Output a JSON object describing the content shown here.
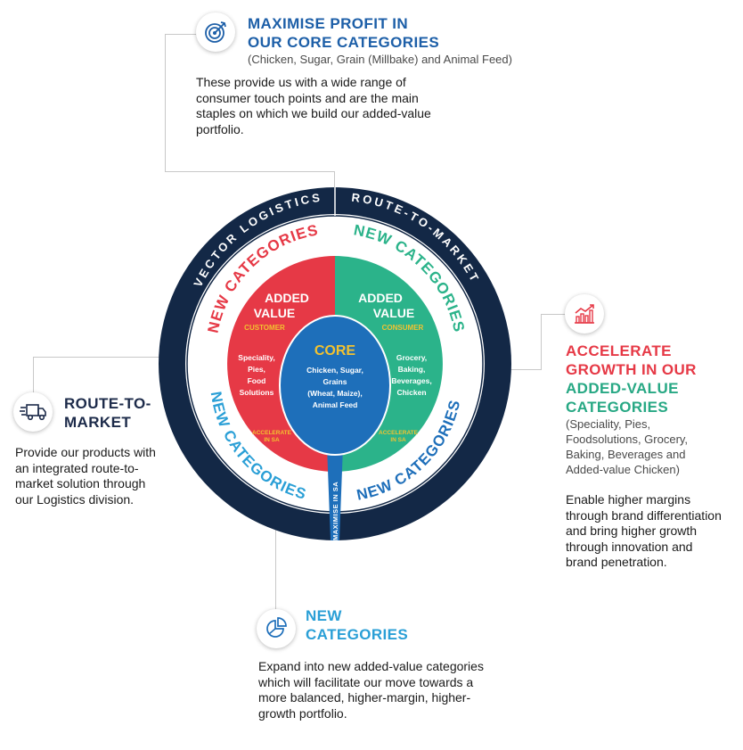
{
  "colors": {
    "navy": "#132846",
    "red": "#e63946",
    "green": "#2bb38a",
    "blue": "#1e6fba",
    "lightblue": "#2a9fd6",
    "yellow": "#f2c230",
    "profit_heading": "#1d5fa8",
    "growth_red": "#e63946",
    "growth_green": "#27a884"
  },
  "profit": {
    "heading_line1": "MAXIMISE PROFIT IN",
    "heading_line2": "OUR CORE CATEGORIES",
    "subtitle": "(Chicken, Sugar, Grain (Millbake) and Animal Feed)",
    "body": "These provide us with a wide range of consumer touch points and are the main staples on which we build our added-value portfolio.",
    "icon": "target-icon"
  },
  "route": {
    "heading_line1": "ROUTE-TO-",
    "heading_line2": "MARKET",
    "body": "Provide our products with an integrated route-to-market solution through our Logistics division.",
    "icon": "delivery-truck-icon"
  },
  "growth": {
    "heading_line1": "ACCELERATE",
    "heading_line2": "GROWTH IN OUR",
    "heading_line3": "ADDED-VALUE",
    "heading_line4": "CATEGORIES",
    "subtitle": "(Speciality, Pies, Foodsolutions, Grocery, Baking, Beverages and Added-value Chicken)",
    "body": "Enable higher margins through brand differentiation and bring higher growth through innovation and brand penetration.",
    "icon": "growth-chart-icon"
  },
  "newcat": {
    "heading_line1": "NEW",
    "heading_line2": "CATEGORIES",
    "body": "Expand into new added-value categories which will facilitate our move towards a more balanced, higher-margin, higher-growth portfolio.",
    "icon": "pie-chart-icon"
  },
  "wheel": {
    "outer_left": "VECTOR LOGISTICS",
    "outer_right": "ROUTE-TO-MARKET",
    "new_categories": "NEW CATEGORIES",
    "left_title1": "ADDED",
    "left_title2": "VALUE",
    "left_sub": "CUSTOMER",
    "left_items": [
      "Speciality,",
      "Pies,",
      "Food",
      "Solutions"
    ],
    "right_title1": "ADDED",
    "right_title2": "VALUE",
    "right_sub": "CONSUMER",
    "right_items": [
      "Grocery,",
      "Baking,",
      "Beverages,",
      "Chicken"
    ],
    "accelerate1": "ACCELERATE",
    "accelerate2": "IN SA",
    "core_title": "CORE",
    "core_items": [
      "Chicken, Sugar,",
      "Grains",
      "(Wheat, Maize),",
      "Animal Feed"
    ],
    "handle_text": "MAXIMISE IN SA"
  }
}
